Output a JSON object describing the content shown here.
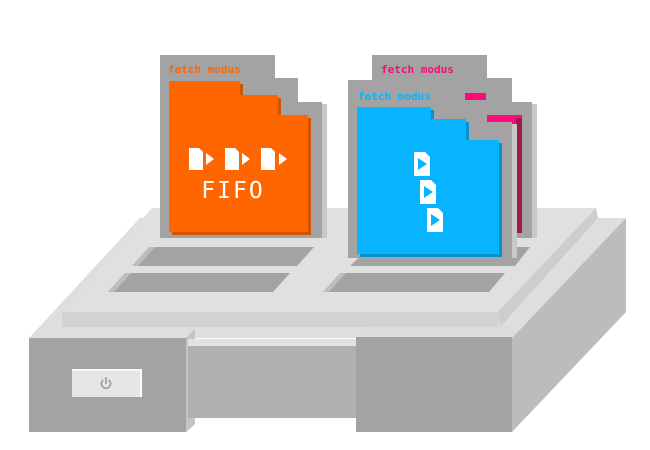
{
  "colors": {
    "fifo_folder": "#ff6600",
    "fifo_label": "#ff6600",
    "pink_folder": "#ff0a78",
    "pink_label": "#ff0a78",
    "blue_folder": "#08b4ff",
    "blue_label": "#08b4ff",
    "card_gray": "#a3a3a3",
    "tray_light": "#e0e0e0"
  },
  "cards": {
    "fifo": {
      "label": "fetch modus",
      "mode": "FIFO",
      "icon": "queue-documents-icon"
    },
    "pink": {
      "label": "fetch modus"
    },
    "blue": {
      "label": "fetch modus",
      "icon": "play-documents-icon"
    }
  },
  "device": {
    "power_icon": "power-icon"
  }
}
